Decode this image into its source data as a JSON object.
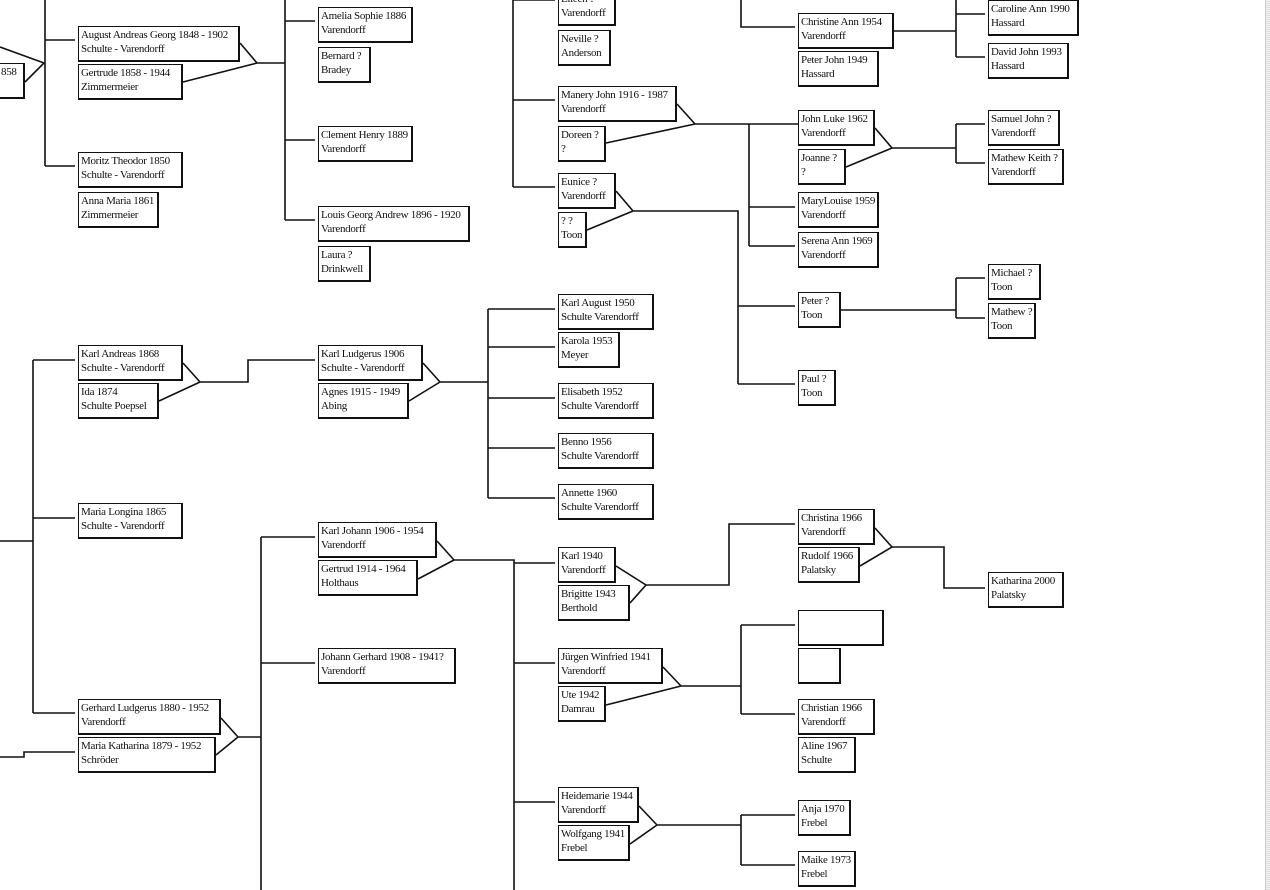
{
  "people": [
    {
      "line1": "858",
      "line2": ""
    },
    {
      "line1": "August Andreas Georg 1848 - 1902",
      "line2": "Schulte - Varendorff"
    },
    {
      "line1": "Gertrude 1858 - 1944",
      "line2": "Zimmermeier"
    },
    {
      "line1": "Moritz Theodor 1850",
      "line2": "Schulte - Varendorff"
    },
    {
      "line1": "Anna Maria 1861",
      "line2": "Zimmermeier"
    },
    {
      "line1": "Amelia Sophie 1886",
      "line2": "Varendorff"
    },
    {
      "line1": "Bernard ?",
      "line2": "Bradey"
    },
    {
      "line1": "Clement Henry 1889",
      "line2": "Varendorff"
    },
    {
      "line1": "Louis Georg Andrew 1896 - 1920",
      "line2": "Varendorff"
    },
    {
      "line1": "Laura ?",
      "line2": "Drinkwell"
    },
    {
      "line1": "Eileen ?",
      "line2": "Varendorff"
    },
    {
      "line1": "Neville ?",
      "line2": "Anderson"
    },
    {
      "line1": "Manery John 1916 - 1987",
      "line2": "Varendorff"
    },
    {
      "line1": "Doreen ?",
      "line2": "?"
    },
    {
      "line1": "Eunice ?",
      "line2": "Varendorff"
    },
    {
      "line1": "? ?",
      "line2": "Toon"
    },
    {
      "line1": "Christine Ann 1954",
      "line2": "Varendorff"
    },
    {
      "line1": "Peter John 1949",
      "line2": "Hassard"
    },
    {
      "line1": "John Luke 1962",
      "line2": "Varendorff"
    },
    {
      "line1": "Joanne ?",
      "line2": "?"
    },
    {
      "line1": "MaryLouise 1959",
      "line2": "Varendorff"
    },
    {
      "line1": "Serena Ann 1969",
      "line2": "Varendorff"
    },
    {
      "line1": "Caroline Ann 1990",
      "line2": "Hassard"
    },
    {
      "line1": "David John 1993",
      "line2": "Hassard"
    },
    {
      "line1": "Samuel John ?",
      "line2": "Varendorff"
    },
    {
      "line1": "Mathew Keith ?",
      "line2": "Varendorff"
    },
    {
      "line1": "Michael ?",
      "line2": "Toon"
    },
    {
      "line1": "Mathew ?",
      "line2": "Toon"
    },
    {
      "line1": "Peter ?",
      "line2": "Toon"
    },
    {
      "line1": "Paul ?",
      "line2": "Toon"
    },
    {
      "line1": "Karl Andreas 1868",
      "line2": "Schulte - Varendorff"
    },
    {
      "line1": "Ida 1874",
      "line2": "Schulte Poepsel"
    },
    {
      "line1": "Maria Longina 1865",
      "line2": "Schulte - Varendorff"
    },
    {
      "line1": "Karl Ludgerus 1906",
      "line2": "Schulte - Varendorff"
    },
    {
      "line1": "Agnes 1915 - 1949",
      "line2": "Abing"
    },
    {
      "line1": "Karl August 1950",
      "line2": "Schulte Varendorff"
    },
    {
      "line1": "Karola 1953",
      "line2": "Meyer"
    },
    {
      "line1": "Elisabeth 1952",
      "line2": "Schulte Varendorff"
    },
    {
      "line1": "Benno 1956",
      "line2": "Schulte Varendorff"
    },
    {
      "line1": "Annette 1960",
      "line2": "Schulte Varendorff"
    },
    {
      "line1": "Karl Johann 1906 - 1954",
      "line2": "Varendorff"
    },
    {
      "line1": "Gertrud 1914 - 1964",
      "line2": "Holthaus"
    },
    {
      "line1": "Johann Gerhard 1908 - 1941?",
      "line2": "Varendorff"
    },
    {
      "line1": "Gerhard Ludgerus 1880 - 1952",
      "line2": "Varendorff"
    },
    {
      "line1": "Maria Katharina 1879 - 1952",
      "line2": "Schröder"
    },
    {
      "line1": "Karl 1940",
      "line2": "Varendorff"
    },
    {
      "line1": "Brigitte 1943",
      "line2": "Berthold"
    },
    {
      "line1": "Christina 1966",
      "line2": "Varendorff"
    },
    {
      "line1": "Rudolf 1966",
      "line2": "Palatsky"
    },
    {
      "line1": "Katharina 2000",
      "line2": "Palatsky"
    },
    {
      "line1": "",
      "line2": ""
    },
    {
      "line1": "",
      "line2": ""
    },
    {
      "line1": "Christian 1966",
      "line2": "Varendorff"
    },
    {
      "line1": "Aline 1967",
      "line2": "Schulte"
    },
    {
      "line1": "Jürgen Winfried 1941",
      "line2": "Varendorff"
    },
    {
      "line1": "Ute 1942",
      "line2": "Damrau"
    },
    {
      "line1": "Heidemarie 1944",
      "line2": "Varendorff"
    },
    {
      "line1": "Wolfgang 1941",
      "line2": "Frebel"
    },
    {
      "line1": "Anja 1970",
      "line2": "Frebel"
    },
    {
      "line1": "Maike 1973",
      "line2": "Frebel"
    }
  ]
}
